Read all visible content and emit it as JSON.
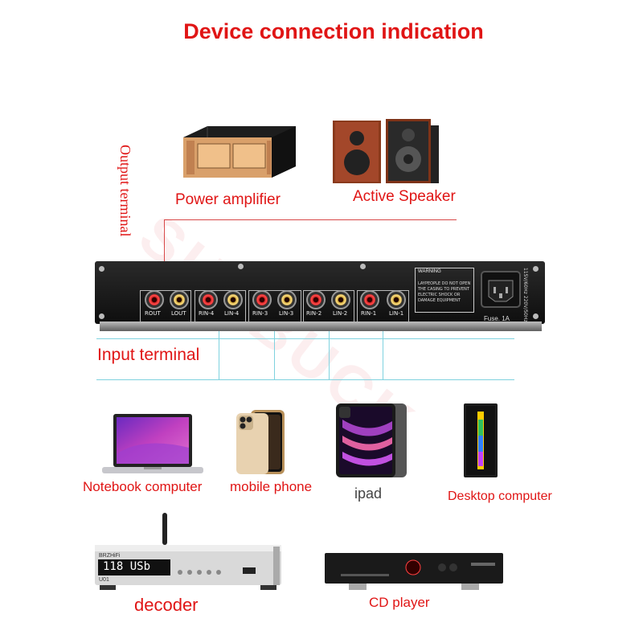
{
  "title": "Device connection indication",
  "watermark": "SUNBUCK",
  "output_label": "Output terminal",
  "input_label": "Input terminal",
  "outputs": {
    "power_amplifier": "Power amplifier",
    "active_speaker": "Active Speaker"
  },
  "panel": {
    "jacks": [
      "ROUT",
      "LOUT",
      "RIN-4",
      "LIN-4",
      "RIN-3",
      "LIN-3",
      "RIN-2",
      "LIN-2",
      "RIN-1",
      "LIN-1"
    ],
    "warning_title": "WARNING",
    "warning_text": "LAYPEOPLE DO NOT OPEN THE CASING TO PREVENT ELECTRIC SHOCK OR DAMAGE EQUIPMENT",
    "voltage_text": "115V/60Hz 220V/50Hz",
    "fuse": "Fuse. 1A"
  },
  "inputs": {
    "notebook": "Notebook computer",
    "phone": "mobile phone",
    "ipad": "ipad",
    "desktop": "Desktop computer",
    "decoder": "decoder",
    "cd_player": "CD player"
  },
  "decoder_display": "118 USb",
  "decoder_brand": "BRZHiFi",
  "decoder_model": "U01"
}
